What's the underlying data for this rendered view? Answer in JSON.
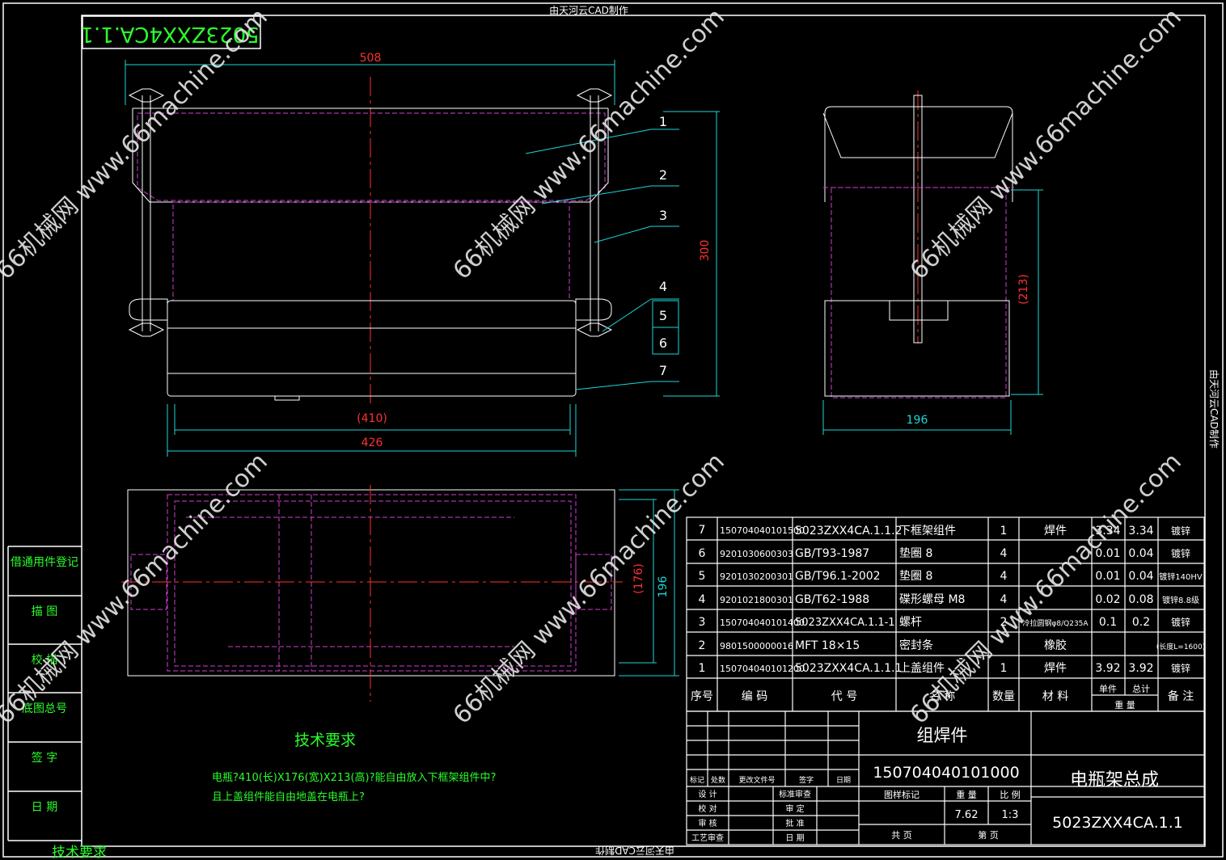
{
  "frame": {
    "top_note": "由天河云CAD制作",
    "right_note": "由天河云CAD制作",
    "bottom_note": "由天河云CAD制作",
    "mirrored_code": "5023ZXX4CA.1.1",
    "bottom_left_text": "技术要求"
  },
  "watermark": "66机械网 www.66machine.com",
  "left_strip": [
    "借通用件登记",
    "描 图",
    "校 描",
    "底图总号",
    "签 字",
    "日 期"
  ],
  "front_view": {
    "dims": {
      "top_width": "508",
      "height": "300",
      "inner_width": "(410)",
      "bottom_width": "426"
    },
    "callouts": [
      "1",
      "2",
      "3",
      "4",
      "5",
      "6",
      "7"
    ]
  },
  "side_view": {
    "dims": {
      "height": "(213)",
      "width": "196"
    }
  },
  "plan_view": {
    "dims": {
      "inner_depth": "(176)",
      "depth": "196"
    }
  },
  "bom": {
    "rows": [
      {
        "no": "7",
        "code": "150704040101500",
        "ref": "5023ZXX4CA.1.1.2",
        "name": "下框架组件",
        "qty": "1",
        "material": "焊件",
        "unit": "3.34",
        "total": "3.34",
        "note": "镀锌"
      },
      {
        "no": "6",
        "code": "9201030600303",
        "ref": "GB/T93-1987",
        "name": "垫圈 8",
        "qty": "4",
        "material": "",
        "unit": "0.01",
        "total": "0.04",
        "note": "镀锌"
      },
      {
        "no": "5",
        "code": "9201030200301",
        "ref": "GB/T96.1-2002",
        "name": "垫圈 8",
        "qty": "4",
        "material": "",
        "unit": "0.01",
        "total": "0.04",
        "note": "镀锌140HV"
      },
      {
        "no": "4",
        "code": "9201021800301",
        "ref": "GB/T62-1988",
        "name": "碟形螺母 M8",
        "qty": "4",
        "material": "",
        "unit": "0.02",
        "total": "0.08",
        "note": "镀锌8.8级"
      },
      {
        "no": "3",
        "code": "150704040101400",
        "ref": "5023ZXX4CA.1.1-1",
        "name": "螺杆",
        "qty": "2",
        "material": "冷拉圆钢φ8/Q235A",
        "unit": "0.1",
        "total": "0.2",
        "note": "镀锌"
      },
      {
        "no": "2",
        "code": "9801500000016",
        "ref": "MFT 18×15",
        "name": "密封条",
        "qty": "",
        "material": "橡胶",
        "unit": "",
        "total": "",
        "note": "(长度L=1600)"
      },
      {
        "no": "1",
        "code": "150704040101200",
        "ref": "5023ZXX4CA.1.1.1",
        "name": "上盖组件",
        "qty": "1",
        "material": "焊件",
        "unit": "3.92",
        "total": "3.92",
        "note": "镀锌"
      }
    ],
    "header": {
      "no": "序号",
      "code": "编 码",
      "ref": "代 号",
      "name": "名 称",
      "qty": "数量",
      "material": "材 料",
      "unit": "单件",
      "total": "总计",
      "weight": "重 量",
      "note": "备 注"
    }
  },
  "title_block": {
    "type": "组焊件",
    "part_code": "150704040101000",
    "name": "电瓶架总成",
    "drawing_no": "5023ZXX4CA.1.1",
    "weight_label": "重 量",
    "weight": "7.62",
    "scale_label": "比 例",
    "scale": "1:3",
    "mark_label": "图样标记",
    "sheets_total": "共 页",
    "sheet_no": "第 页",
    "rev_labels": [
      "标记",
      "处数",
      "更改文件号",
      "签字",
      "日期"
    ],
    "roles": [
      "设 计",
      "校 对",
      "审 核",
      "工艺审查"
    ],
    "roles2": [
      "标准审查",
      "审 定",
      "批 准",
      "日 期"
    ]
  },
  "tech_requirements": {
    "title": "技术要求",
    "line1": "电瓶?410(长)X176(宽)X213(高)?能自由放入下框架组件中?",
    "line2": "且上盖组件能自由地盖在电瓶上?"
  }
}
